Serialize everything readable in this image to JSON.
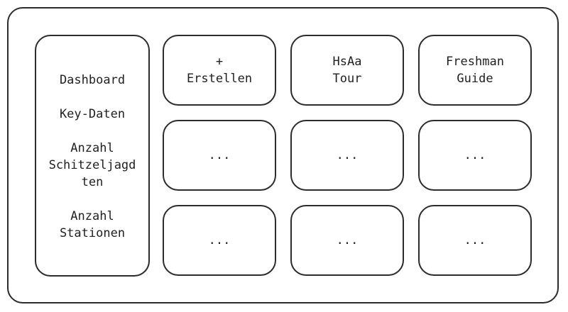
{
  "sidebar": {
    "items": [
      {
        "lines": [
          "Dashboard"
        ]
      },
      {
        "lines": [
          "Key-Daten"
        ]
      },
      {
        "lines": [
          "Anzahl",
          "Schitzeljagd",
          "ten"
        ]
      },
      {
        "lines": [
          "Anzahl",
          "Stationen"
        ]
      }
    ]
  },
  "grid": {
    "row1": [
      {
        "lines": [
          "+",
          "Erstellen"
        ]
      },
      {
        "lines": [
          "HsAa",
          "Tour"
        ]
      },
      {
        "lines": [
          "Freshman",
          "Guide"
        ]
      }
    ],
    "row2": [
      {
        "lines": [
          "..."
        ]
      },
      {
        "lines": [
          "..."
        ]
      },
      {
        "lines": [
          "..."
        ]
      }
    ],
    "row3": [
      {
        "lines": [
          "..."
        ]
      },
      {
        "lines": [
          "..."
        ]
      },
      {
        "lines": [
          "..."
        ]
      }
    ]
  }
}
